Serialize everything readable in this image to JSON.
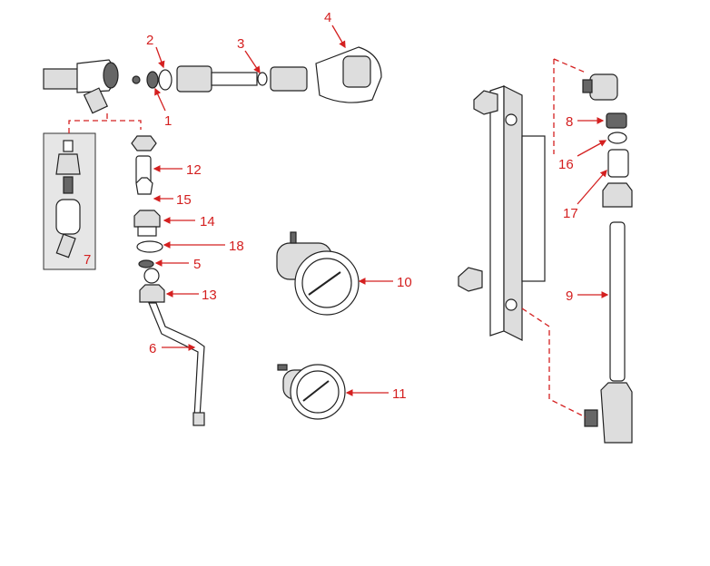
{
  "diagram": {
    "colors": {
      "callout": "#d42020",
      "inset_background": "#e6e6e6"
    },
    "callouts": {
      "c1": "1",
      "c2": "2",
      "c3": "3",
      "c4": "4",
      "c5": "5",
      "c6": "6",
      "c7": "7",
      "c8": "8",
      "c9": "9",
      "c10": "10",
      "c11": "11",
      "c12": "12",
      "c13": "13",
      "c14": "14",
      "c15": "15",
      "c16": "16",
      "c17": "17",
      "c18": "18"
    }
  }
}
